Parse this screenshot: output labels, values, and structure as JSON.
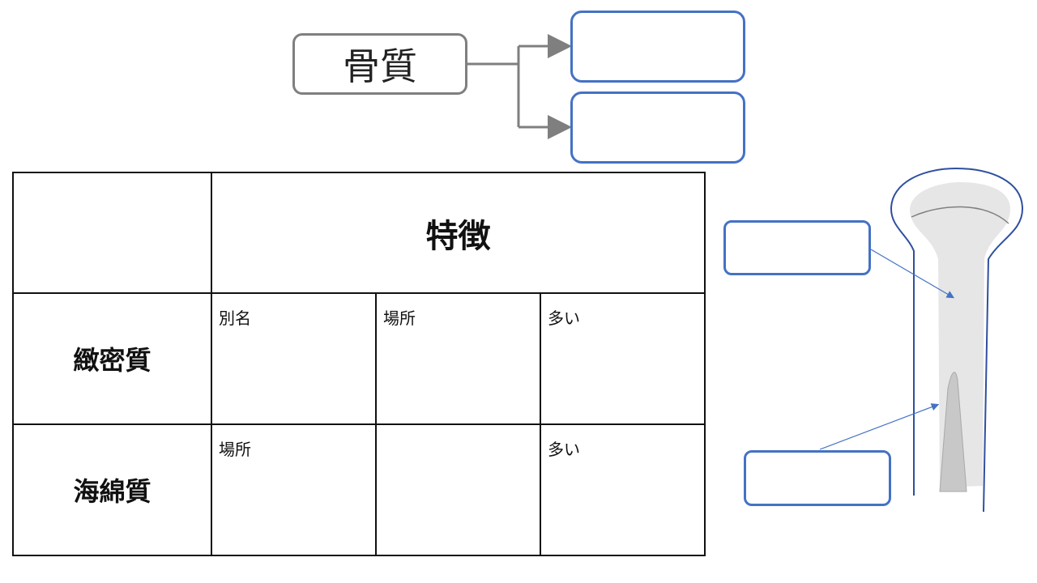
{
  "root": {
    "label": "骨質"
  },
  "table": {
    "header": "特徴",
    "rows": [
      {
        "name": "緻密質",
        "cells": [
          "別名",
          "場所",
          "多い"
        ]
      },
      {
        "name": "海綿質",
        "cells": [
          "場所",
          "",
          "多い"
        ]
      }
    ]
  },
  "colors": {
    "branch_border": "#4472c4",
    "root_border": "#7f7f7f",
    "connector": "#7f7f7f",
    "bone_outline": "#2f4f9f",
    "bone_fill": "#e6e6e6",
    "marrow_fill": "#c8c8c8"
  }
}
